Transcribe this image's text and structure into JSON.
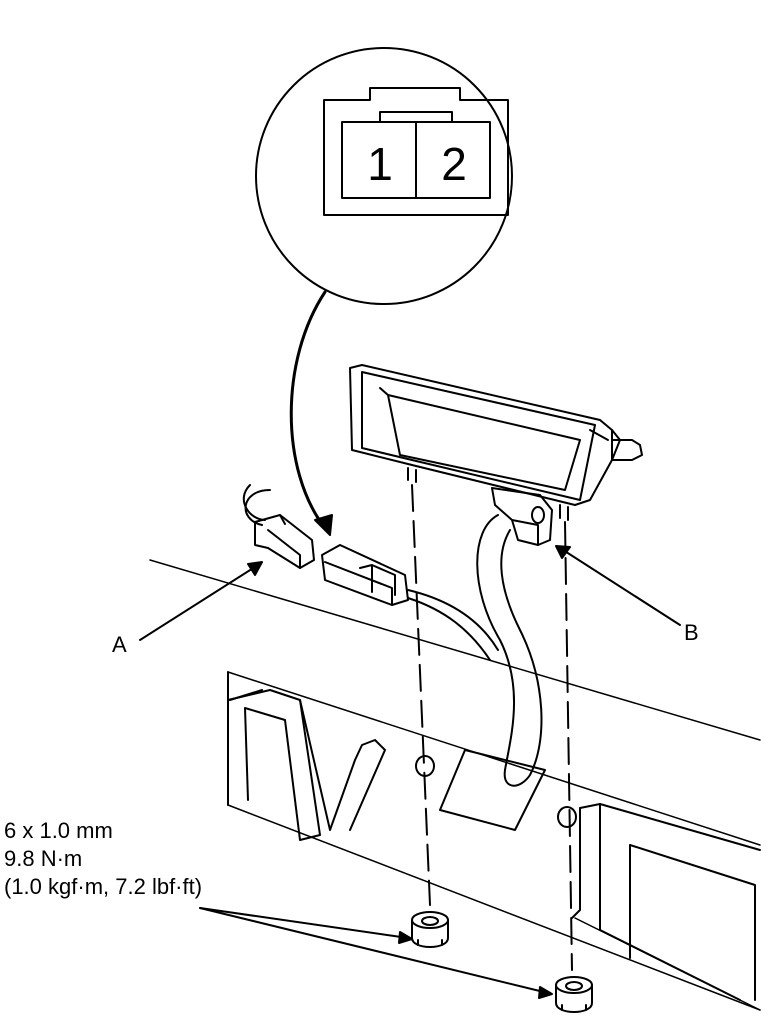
{
  "connector_pins": [
    "1",
    "2"
  ],
  "callouts": {
    "a": "A",
    "b": "B"
  },
  "torque_spec": {
    "size": "6 x 1.0 mm",
    "torque": "9.8 N·m",
    "alt_units": "(1.0 kgf·m, 7.2 lbf·ft)"
  }
}
